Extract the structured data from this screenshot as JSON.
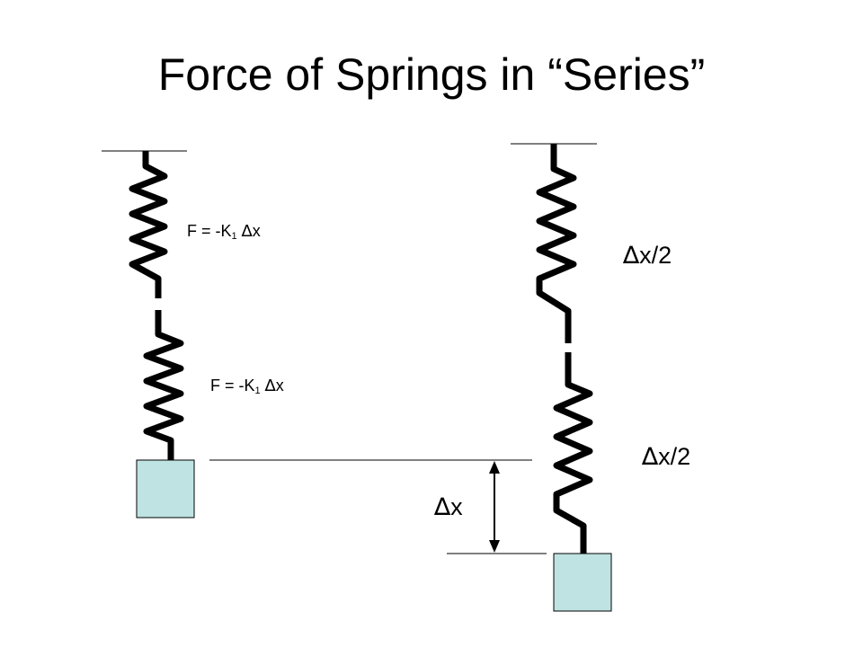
{
  "title": "Force of Springs in “Series”",
  "left_setup": {
    "upper_spring_label": {
      "prefix": "F = -K",
      "subscript": "1",
      "delta": "∆",
      "var": "x"
    },
    "lower_spring_label": {
      "prefix": "F = -K",
      "subscript": "1",
      "delta": "∆",
      "var": "x"
    }
  },
  "right_setup": {
    "upper_spring_label": {
      "delta": "∆",
      "text": "x/2"
    },
    "lower_spring_label": {
      "delta": "∆",
      "text": "x/2"
    }
  },
  "displacement_label": {
    "delta": "∆",
    "text": "x"
  },
  "colors": {
    "mass_fill": "#bfe3e3",
    "line": "#000000"
  }
}
